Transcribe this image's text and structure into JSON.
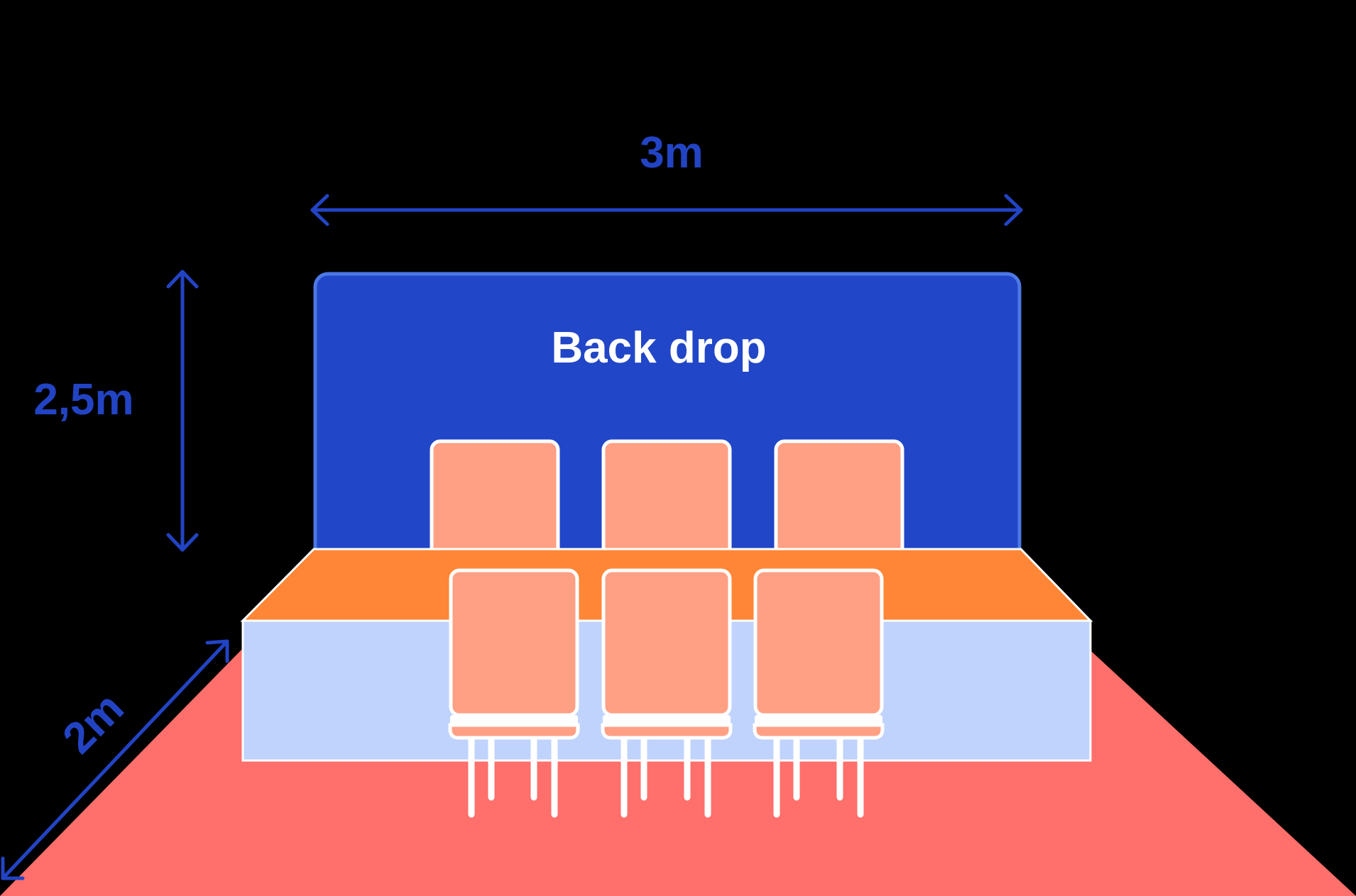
{
  "labels": {
    "width": "3m",
    "height": "2,5m",
    "depth": "2m",
    "backdrop": "Back drop"
  },
  "colors": {
    "background": "#000000",
    "accent_blue": "#2244c4",
    "backdrop_fill": "#2146c7",
    "backdrop_stroke": "#4d78e6",
    "stage_top": "#ff8636",
    "stage_front": "#bfd3fc",
    "floor": "#ff6f6b",
    "chair": "#ffa085",
    "chair_outline": "#ffffff"
  },
  "icons": {
    "width_arrow": "double-arrow-horizontal-icon",
    "height_arrow": "double-arrow-vertical-icon",
    "depth_arrow": "double-arrow-diagonal-icon"
  },
  "chairs": {
    "back_row_count": 3,
    "front_row_count": 3
  }
}
